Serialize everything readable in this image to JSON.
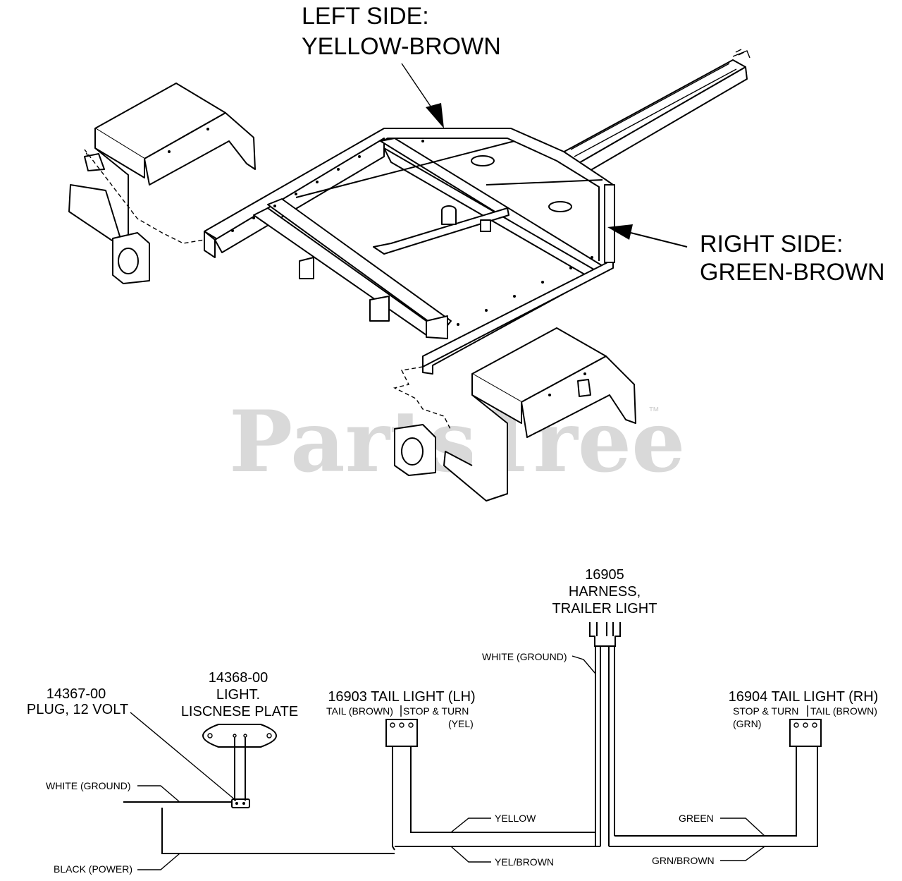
{
  "callouts": {
    "left_side": [
      "LEFT SIDE:",
      "YELLOW-BROWN"
    ],
    "right_side": [
      "RIGHT SIDE:",
      "GREEN-BROWN"
    ]
  },
  "watermark": {
    "text": "PartsTree",
    "trademark": "™"
  },
  "parts": {
    "harness": {
      "number": "16905",
      "name_line1": "HARNESS,",
      "name_line2": "TRAILER LIGHT"
    },
    "plug": {
      "number": "14367-00",
      "name": "PLUG, 12 VOLT"
    },
    "plate_light": {
      "number": "14368-00",
      "name_line1": "LIGHT.",
      "name_line2": "LISCNESE PLATE"
    },
    "tail_lh": {
      "title": "16903 TAIL LIGHT (LH)",
      "term_left": "TAIL (BROWN)",
      "term_right": "STOP & TURN",
      "term_right_color": "(YEL)"
    },
    "tail_rh": {
      "title": "16904 TAIL LIGHT (RH)",
      "term_left": "STOP & TURN",
      "term_left_color": "(GRN)",
      "term_right": "TAIL (BROWN)"
    }
  },
  "wires": {
    "white_ground_top": "WHITE (GROUND)",
    "white_ground_left": "WHITE (GROUND)",
    "black_power": "BLACK (POWER)",
    "yellow": "YELLOW",
    "yel_brown": "YEL/BROWN",
    "green": "GREEN",
    "grn_brown": "GRN/BROWN"
  }
}
